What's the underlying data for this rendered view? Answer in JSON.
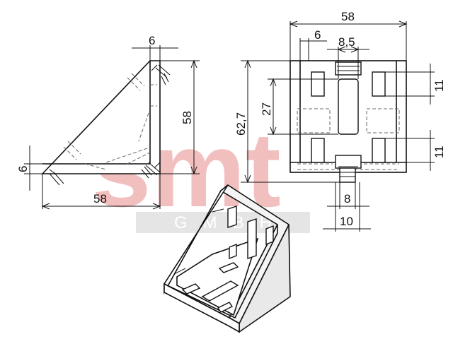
{
  "watermark": {
    "logo": "smt",
    "company": "GMBH"
  },
  "colors": {
    "watermark_red": "#e88b8b",
    "watermark_gray": "#cfcfcf",
    "line": "#111111"
  },
  "side_view": {
    "dim_top_thickness": "6",
    "dim_height": "58",
    "dim_left_thickness": "6",
    "dim_width": "58"
  },
  "front_view": {
    "dim_width": "58",
    "dim_offset": "6",
    "dim_slot_width": "8,5",
    "dim_total_height": "62,7",
    "dim_slot_height": "27",
    "dim_hole_top": "11",
    "dim_hole_bottom": "11",
    "dim_nut_width": "8",
    "dim_nut_outer": "10"
  }
}
